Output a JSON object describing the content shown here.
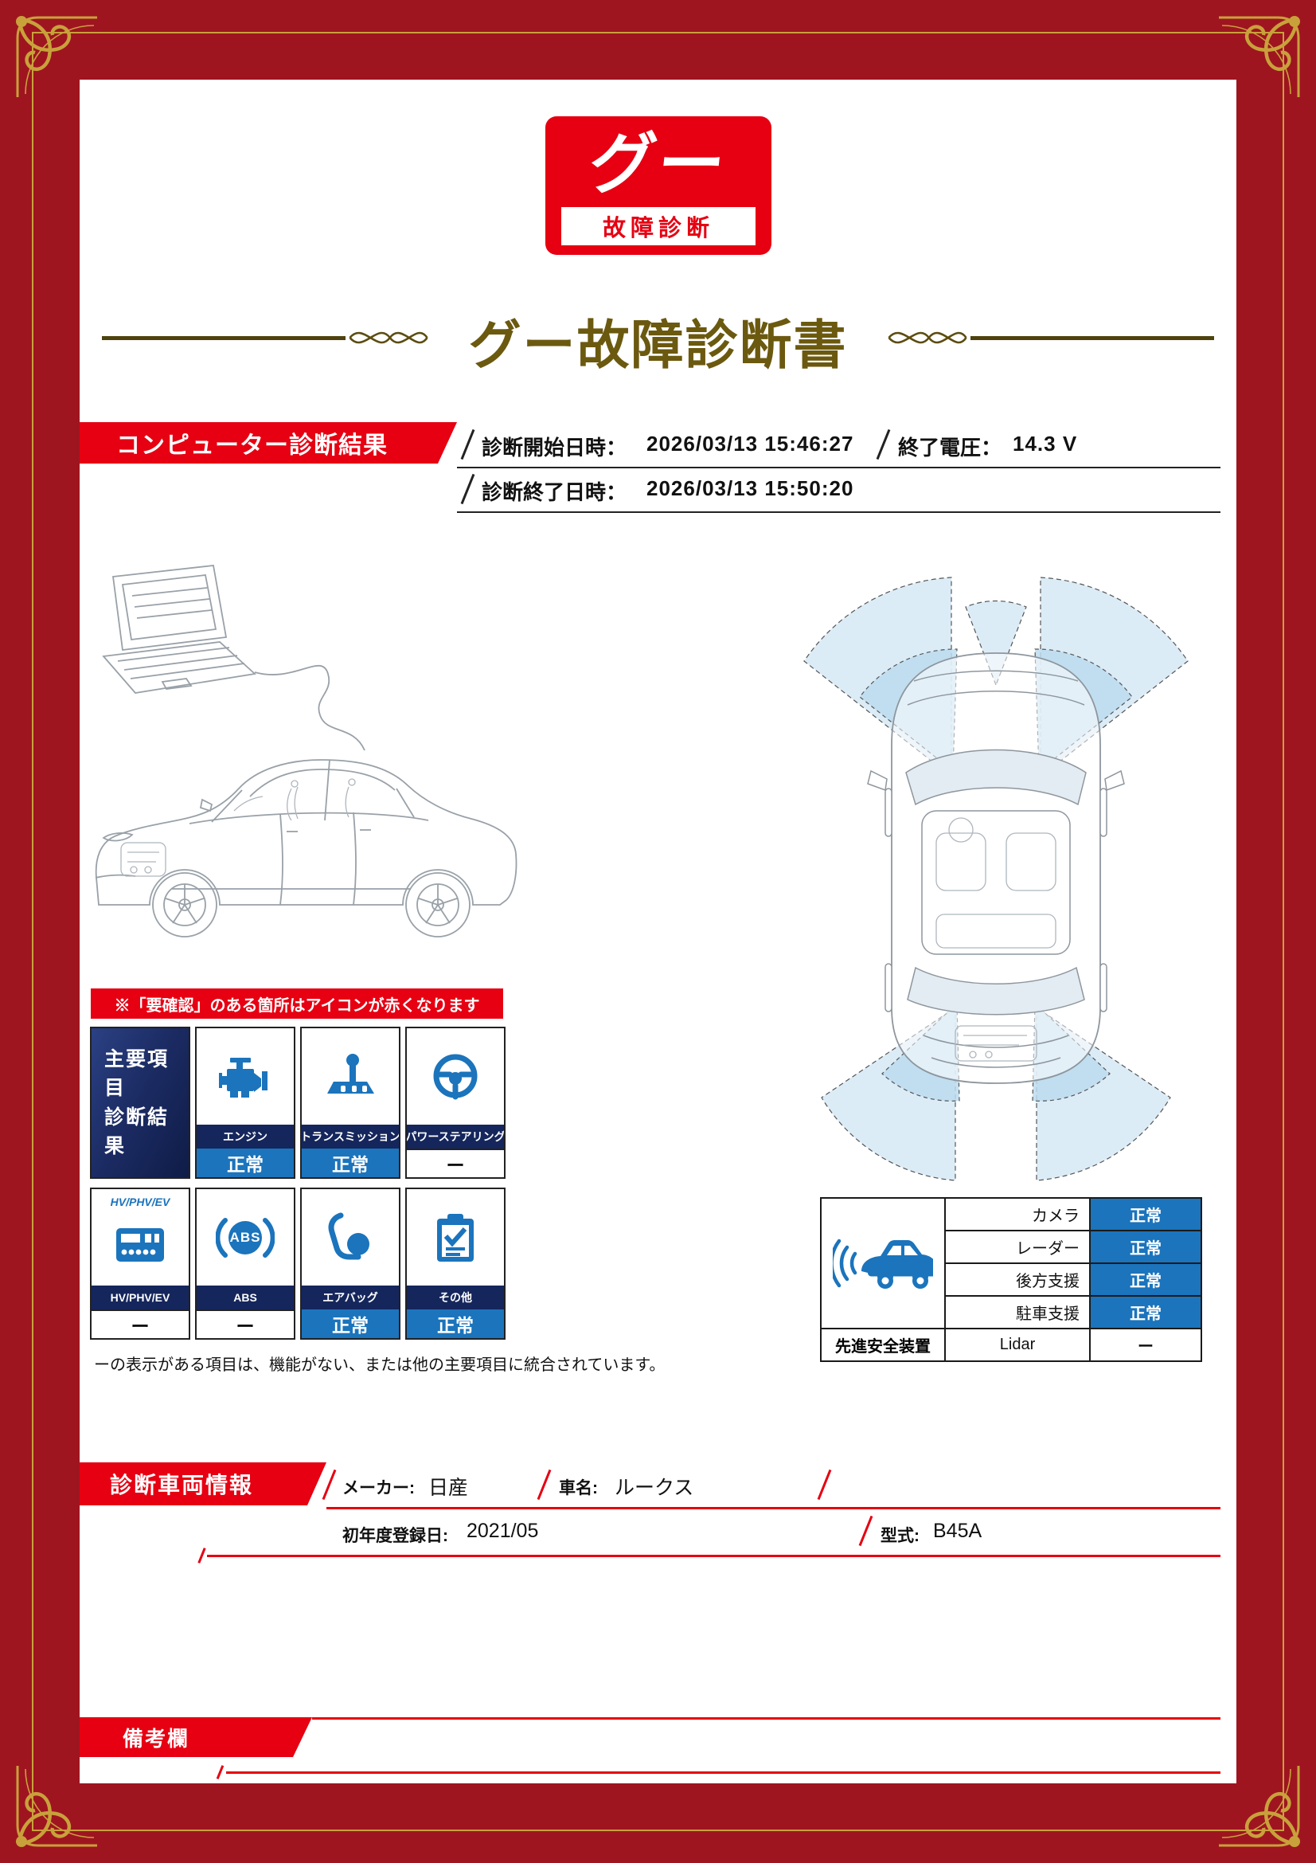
{
  "logo": {
    "main": "グー",
    "sub": "故障診断"
  },
  "title": "グー故障診断書",
  "computer_diagnosis": {
    "section_title": "コンピューター診断結果",
    "start_label": "診断開始日時：",
    "start_value": "2026/03/13 15:46:27",
    "voltage_label": "終了電圧：",
    "voltage_value": "14.3 V",
    "end_label": "診断終了日時：",
    "end_value": "2026/03/13 15:50:20",
    "warning_note": "※「要確認」のある箇所はアイコンが赤くなります",
    "main_box": {
      "line1": "主要項目",
      "line2": "診断結果"
    },
    "items": [
      {
        "name": "エンジン",
        "status": "正常"
      },
      {
        "name": "トランスミッション",
        "status": "正常"
      },
      {
        "name": "パワーステアリング",
        "status": "ー"
      },
      {
        "name": "HV/PHV/EV",
        "status": "ー",
        "icon_text": "HV/PHV/EV"
      },
      {
        "name": "ABS",
        "status": "ー",
        "icon_text": "ABS"
      },
      {
        "name": "エアバッグ",
        "status": "正常"
      },
      {
        "name": "その他",
        "status": "正常"
      }
    ],
    "footnote": "ーの表示がある項目は、機能がない、または他の主要項目に統合されています。"
  },
  "advanced_safety": {
    "label": "先進安全装置",
    "rows": [
      {
        "name": "カメラ",
        "status": "正常"
      },
      {
        "name": "レーダー",
        "status": "正常"
      },
      {
        "name": "後方支援",
        "status": "正常"
      },
      {
        "name": "駐車支援",
        "status": "正常"
      },
      {
        "name": "Lidar",
        "status": "ー"
      }
    ]
  },
  "vehicle_info": {
    "section_title": "診断車両情報",
    "maker_label": "メーカー:",
    "maker_value": "日産",
    "car_name_label": "車名:",
    "car_name_value": "ルークス",
    "first_reg_label": "初年度登録日:",
    "first_reg_value": "2021/05",
    "model_label": "型式:",
    "model_value": "B45A"
  },
  "remarks": {
    "section_title": "備考欄"
  },
  "colors": {
    "brand_red": "#e60012",
    "status_blue": "#1b74bc",
    "label_navy": "#15265c",
    "frame_maroon": "#9e1520",
    "frame_gold": "#c9a13b",
    "title_gold": "#6b590f"
  }
}
